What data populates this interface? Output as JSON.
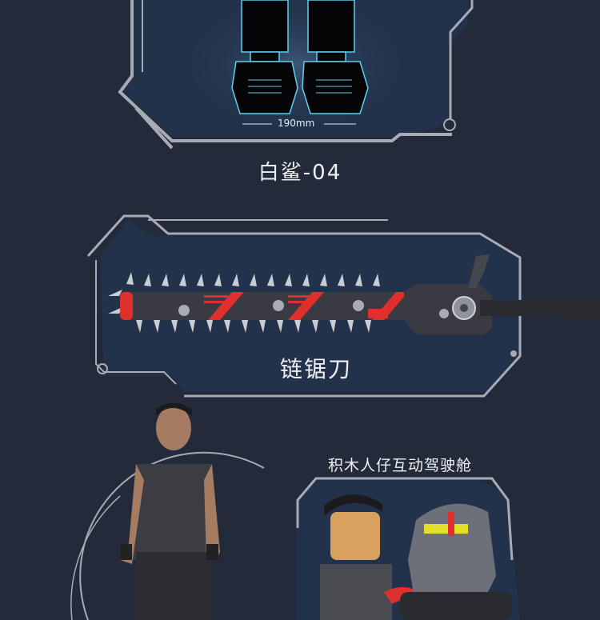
{
  "section_mech": {
    "dimension_label": "190mm",
    "caption": "白鲨-04"
  },
  "section_weapon": {
    "caption": "链锯刀"
  },
  "section_cockpit": {
    "caption": "积木人仔互动驾驶舱"
  },
  "colors": {
    "background": "#232b3a",
    "panel": "#22324a",
    "frame": "#a8abb6",
    "blueprint": "#5fd0f0",
    "accent_red": "#e0302e"
  }
}
